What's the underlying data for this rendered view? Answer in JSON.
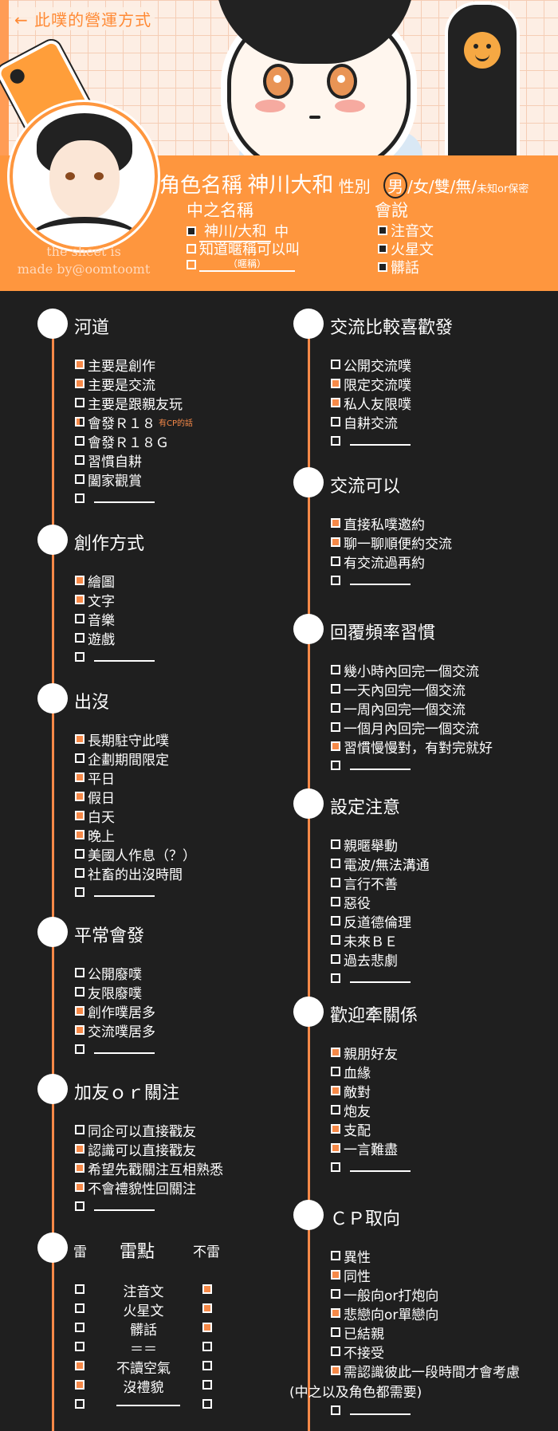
{
  "header": {
    "back_link": "← 此噗的營運方式",
    "credit_line1": "the sheet is",
    "credit_line2": "made by@oomtoomt",
    "char_name_label": "角色名稱",
    "char_name": "神川大和",
    "gender_label": "性別",
    "gender_selected": "男",
    "gender_rest": "/女/雙/無/",
    "gender_small": "未知or保密",
    "cv_title": "中之名稱",
    "cv_rows": [
      {
        "value": "神川/大和",
        "suffix": "中",
        "checked": "dark"
      },
      {
        "value": "知道暱稱可以叫",
        "checked": "light"
      },
      {
        "value": "（暱稱）",
        "checked": "light"
      }
    ],
    "lang_title": "會說",
    "lang_rows": [
      {
        "label": "注音文",
        "checked": "dark"
      },
      {
        "label": "火星文",
        "checked": "dark"
      },
      {
        "label": "髒話",
        "checked": "dark"
      }
    ]
  },
  "left": [
    {
      "title": "河道",
      "items": [
        {
          "label": "主要是創作",
          "state": "on"
        },
        {
          "label": "主要是交流",
          "state": "on"
        },
        {
          "label": "主要是跟親友玩",
          "state": "off"
        },
        {
          "label": "會發Ｒ１８",
          "state": "half",
          "note": "有CP的話"
        },
        {
          "label": "會發Ｒ１８Ｇ",
          "state": "off"
        },
        {
          "label": "習慣自耕",
          "state": "off"
        },
        {
          "label": "闔家觀賞",
          "state": "off"
        },
        {
          "label": "",
          "state": "off",
          "blank": true
        }
      ]
    },
    {
      "title": "創作方式",
      "items": [
        {
          "label": "繪圖",
          "state": "on"
        },
        {
          "label": "文字",
          "state": "on"
        },
        {
          "label": "音樂",
          "state": "off"
        },
        {
          "label": "遊戲",
          "state": "off"
        },
        {
          "label": "",
          "state": "off",
          "blank": true
        }
      ]
    },
    {
      "title": "出沒",
      "items": [
        {
          "label": "長期駐守此噗",
          "state": "on"
        },
        {
          "label": "企劃期間限定",
          "state": "off"
        },
        {
          "label": "平日",
          "state": "on"
        },
        {
          "label": "假日",
          "state": "on"
        },
        {
          "label": "白天",
          "state": "on"
        },
        {
          "label": "晚上",
          "state": "on"
        },
        {
          "label": "美國人作息（？）",
          "state": "off"
        },
        {
          "label": "社畜的出沒時間",
          "state": "off"
        },
        {
          "label": "",
          "state": "off",
          "blank": true
        }
      ]
    },
    {
      "title": "平常會發",
      "items": [
        {
          "label": "公開廢噗",
          "state": "off"
        },
        {
          "label": "友限廢噗",
          "state": "off"
        },
        {
          "label": "創作噗居多",
          "state": "on"
        },
        {
          "label": "交流噗居多",
          "state": "on"
        },
        {
          "label": "",
          "state": "off",
          "blank": true
        }
      ]
    },
    {
      "title": "加友ｏｒ關注",
      "items": [
        {
          "label": "同企可以直接戳友",
          "state": "off"
        },
        {
          "label": "認識可以直接戳友",
          "state": "on"
        },
        {
          "label": "希望先戳關注互相熟悉",
          "state": "on"
        },
        {
          "label": "不會禮貌性回關注",
          "state": "on"
        },
        {
          "label": "",
          "state": "off",
          "blank": true
        }
      ]
    }
  ],
  "dislikes": {
    "col_left": "雷",
    "col_mid": "雷點",
    "col_right": "不雷",
    "rows": [
      {
        "label": "注音文",
        "left": "off",
        "right": "on"
      },
      {
        "label": "火星文",
        "left": "off",
        "right": "on"
      },
      {
        "label": "髒話",
        "left": "off",
        "right": "on"
      },
      {
        "label": "＝＝",
        "left": "off",
        "right": "off"
      },
      {
        "label": "不讀空氣",
        "left": "on",
        "right": "off"
      },
      {
        "label": "沒禮貌",
        "left": "on",
        "right": "off"
      },
      {
        "label": "",
        "left": "off",
        "right": "off",
        "blank": true
      }
    ]
  },
  "right": [
    {
      "title": "交流比較喜歡發",
      "items": [
        {
          "label": "公開交流噗",
          "state": "off"
        },
        {
          "label": "限定交流噗",
          "state": "on"
        },
        {
          "label": "私人友限噗",
          "state": "on"
        },
        {
          "label": "自耕交流",
          "state": "off"
        },
        {
          "label": "",
          "state": "off",
          "blank": true
        }
      ]
    },
    {
      "title": "交流可以",
      "items": [
        {
          "label": "直接私噗邀約",
          "state": "on"
        },
        {
          "label": "聊一聊順便約交流",
          "state": "on"
        },
        {
          "label": "有交流過再約",
          "state": "off"
        },
        {
          "label": "",
          "state": "off",
          "blank": true
        }
      ]
    },
    {
      "title": "回覆頻率習慣",
      "items": [
        {
          "label": "幾小時內回完一個交流",
          "state": "off"
        },
        {
          "label": "一天內回完一個交流",
          "state": "off"
        },
        {
          "label": "一周內回完一個交流",
          "state": "off"
        },
        {
          "label": "一個月內回完一個交流",
          "state": "off"
        },
        {
          "label": "習慣慢慢對，有對完就好",
          "state": "on"
        },
        {
          "label": "",
          "state": "off",
          "blank": true
        }
      ]
    },
    {
      "title": "設定注意",
      "items": [
        {
          "label": "親暱舉動",
          "state": "off"
        },
        {
          "label": "電波/無法溝通",
          "state": "off"
        },
        {
          "label": "言行不善",
          "state": "off"
        },
        {
          "label": "惡役",
          "state": "off"
        },
        {
          "label": "反道德倫理",
          "state": "off"
        },
        {
          "label": "未來ＢＥ",
          "state": "off"
        },
        {
          "label": "過去悲劇",
          "state": "off"
        },
        {
          "label": "",
          "state": "off",
          "blank": true
        }
      ]
    },
    {
      "title": "歡迎牽關係",
      "items": [
        {
          "label": "親朋好友",
          "state": "on"
        },
        {
          "label": "血緣",
          "state": "off"
        },
        {
          "label": "敵對",
          "state": "on"
        },
        {
          "label": "炮友",
          "state": "off"
        },
        {
          "label": "支配",
          "state": "on"
        },
        {
          "label": "一言難盡",
          "state": "on"
        },
        {
          "label": "",
          "state": "off",
          "blank": true
        }
      ]
    },
    {
      "title": "ＣＰ取向",
      "items": [
        {
          "label": "異性",
          "state": "off"
        },
        {
          "label": "同性",
          "state": "on"
        },
        {
          "label": "一般向or打炮向",
          "state": "off"
        },
        {
          "label": "悲戀向or單戀向",
          "state": "on"
        },
        {
          "label": "已結親",
          "state": "off"
        },
        {
          "label": "不接受",
          "state": "off"
        },
        {
          "label": "需認識彼此一段時間才會考慮",
          "state": "on"
        }
      ],
      "tail_note": "(中之以及角色都需要)",
      "tail_blank": true
    }
  ]
}
